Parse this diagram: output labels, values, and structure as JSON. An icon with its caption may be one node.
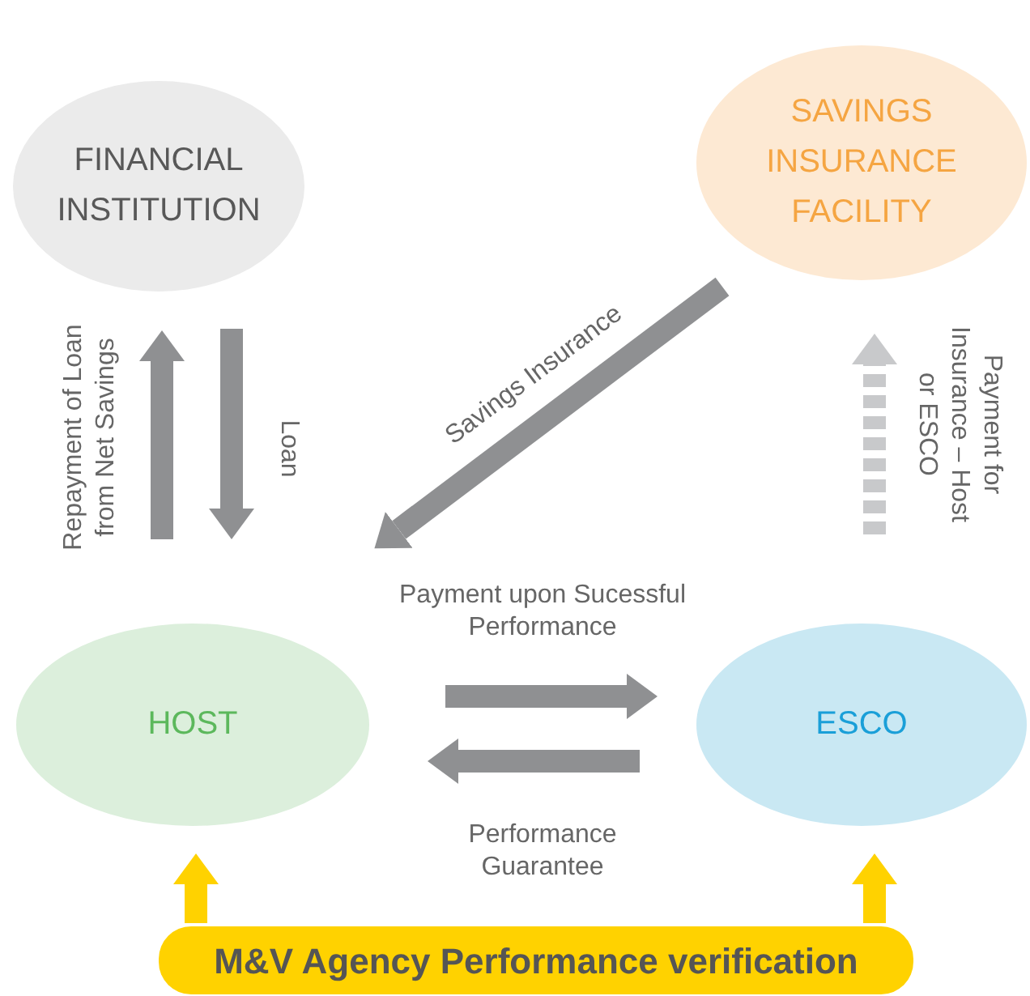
{
  "diagram": {
    "nodes": [
      {
        "text": [
          "FINANCIAL INSTITUTION"
        ]
      },
      {
        "text": [
          "SAVINGS INSURANCE FACILITY"
        ]
      },
      {
        "text": [
          "HOST"
        ]
      },
      {
        "text": [
          "ESCO"
        ]
      },
      {
        "text": [
          "M&V Agency Performance verification"
        ]
      }
    ],
    "edges": [
      {
        "from": 2,
        "to": 0,
        "arrow": "to",
        "label": "Repayment of Loan from Net Savings"
      },
      {
        "from": 0,
        "to": 2,
        "arrow": "to",
        "label": "Loan"
      },
      {
        "from": 1,
        "to": 2,
        "arrow": "to",
        "label": "Savings Insurance"
      },
      {
        "from": 3,
        "to": 1,
        "arrow": "to",
        "label": "Payment for Insurance – Host or ESCO",
        "style": "dashed",
        "color": "#c8c9cb"
      },
      {
        "from": 2,
        "to": 3,
        "arrow": "to",
        "label": "Payment upon Sucessful Performance"
      },
      {
        "from": 3,
        "to": 2,
        "arrow": "to",
        "label": "Performance Guarantee"
      },
      {
        "from": 4,
        "to": 2,
        "arrow": "to",
        "color": "#ffd200"
      },
      {
        "from": 4,
        "to": 3,
        "arrow": "to",
        "color": "#ffd200"
      }
    ]
  }
}
